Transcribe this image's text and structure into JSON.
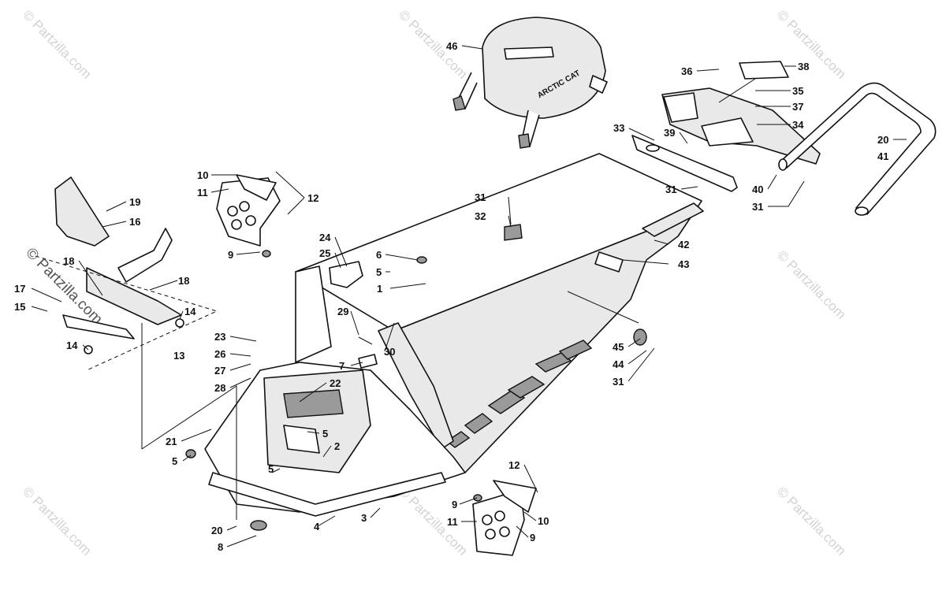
{
  "diagram": {
    "watermark_text": "© Partzilla.com",
    "callouts": [
      {
        "n": "46"
      },
      {
        "n": "36"
      },
      {
        "n": "38"
      },
      {
        "n": "35"
      },
      {
        "n": "37"
      },
      {
        "n": "34"
      },
      {
        "n": "33"
      },
      {
        "n": "39"
      },
      {
        "n": "20"
      },
      {
        "n": "41"
      },
      {
        "n": "40"
      },
      {
        "n": "31"
      },
      {
        "n": "31"
      },
      {
        "n": "10"
      },
      {
        "n": "11"
      },
      {
        "n": "12"
      },
      {
        "n": "9"
      },
      {
        "n": "19"
      },
      {
        "n": "16"
      },
      {
        "n": "18"
      },
      {
        "n": "18"
      },
      {
        "n": "17"
      },
      {
        "n": "15"
      },
      {
        "n": "14"
      },
      {
        "n": "14"
      },
      {
        "n": "13"
      },
      {
        "n": "31"
      },
      {
        "n": "32"
      },
      {
        "n": "24"
      },
      {
        "n": "25"
      },
      {
        "n": "6"
      },
      {
        "n": "5"
      },
      {
        "n": "1"
      },
      {
        "n": "42"
      },
      {
        "n": "43"
      },
      {
        "n": "29"
      },
      {
        "n": "23"
      },
      {
        "n": "26"
      },
      {
        "n": "27"
      },
      {
        "n": "28"
      },
      {
        "n": "7"
      },
      {
        "n": "30"
      },
      {
        "n": "22"
      },
      {
        "n": "45"
      },
      {
        "n": "44"
      },
      {
        "n": "31"
      },
      {
        "n": "5"
      },
      {
        "n": "21"
      },
      {
        "n": "5"
      },
      {
        "n": "2"
      },
      {
        "n": "5"
      },
      {
        "n": "12"
      },
      {
        "n": "9"
      },
      {
        "n": "10"
      },
      {
        "n": "11"
      },
      {
        "n": "9"
      },
      {
        "n": "3"
      },
      {
        "n": "4"
      },
      {
        "n": "20"
      },
      {
        "n": "8"
      }
    ]
  }
}
